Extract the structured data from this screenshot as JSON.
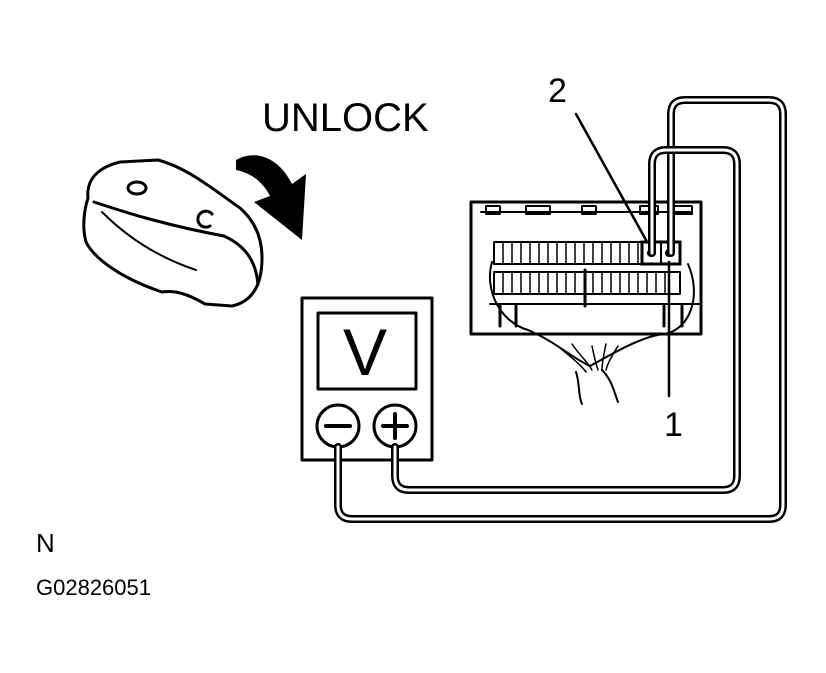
{
  "action_label": "UNLOCK",
  "terminals": {
    "terminal_1": "1",
    "terminal_2": "2"
  },
  "meter": {
    "display": "V"
  },
  "corner_mark": "N",
  "figure_code": "G02826051"
}
